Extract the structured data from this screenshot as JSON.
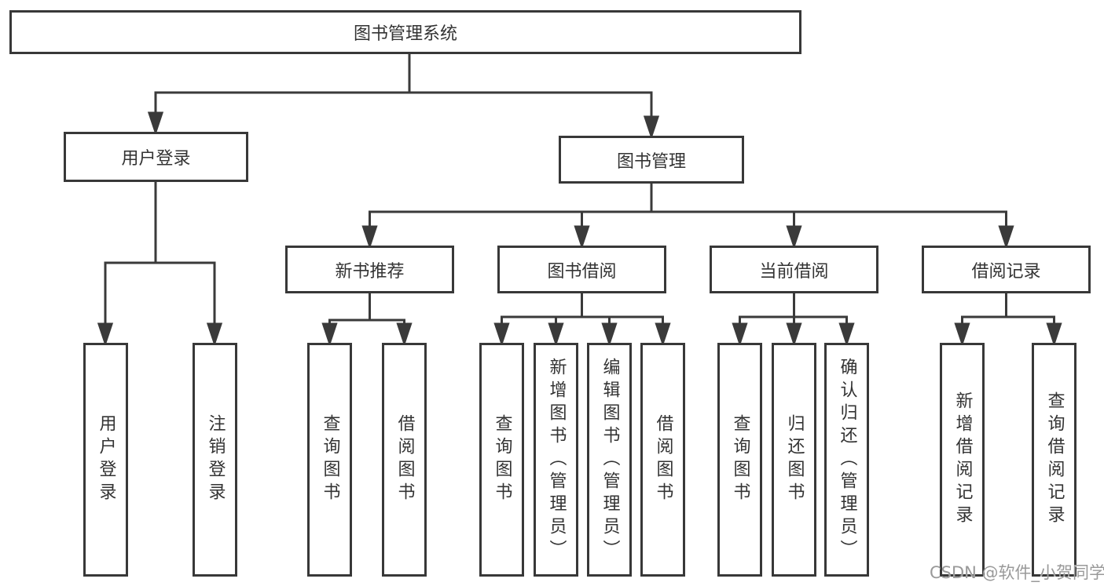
{
  "tree": {
    "root": "图书管理系统",
    "level1": [
      {
        "label": "用户登录"
      },
      {
        "label": "图书管理"
      }
    ],
    "level2": [
      {
        "label": "新书推荐"
      },
      {
        "label": "图书借阅"
      },
      {
        "label": "当前借阅"
      },
      {
        "label": "借阅记录"
      }
    ],
    "leaves": {
      "user_login": [
        "用户登录",
        "注销登录"
      ],
      "new_book": [
        "查询图书",
        "借阅图书"
      ],
      "book_borrow": [
        "查询图书",
        "新增图书（管理员）",
        "编辑图书（管理员）",
        "借阅图书"
      ],
      "current_borrow": [
        "查询图书",
        "归还图书",
        "确认归还（管理员）"
      ],
      "borrow_record": [
        "新增借阅记录",
        "查询借阅记录"
      ]
    }
  },
  "watermark": {
    "text": "CSDN @软件_小贺同学"
  },
  "colors": {
    "line": "#3a3a3a",
    "box_border": "#383838",
    "text": "#333333",
    "watermark": "#999999",
    "background": "#ffffff"
  }
}
